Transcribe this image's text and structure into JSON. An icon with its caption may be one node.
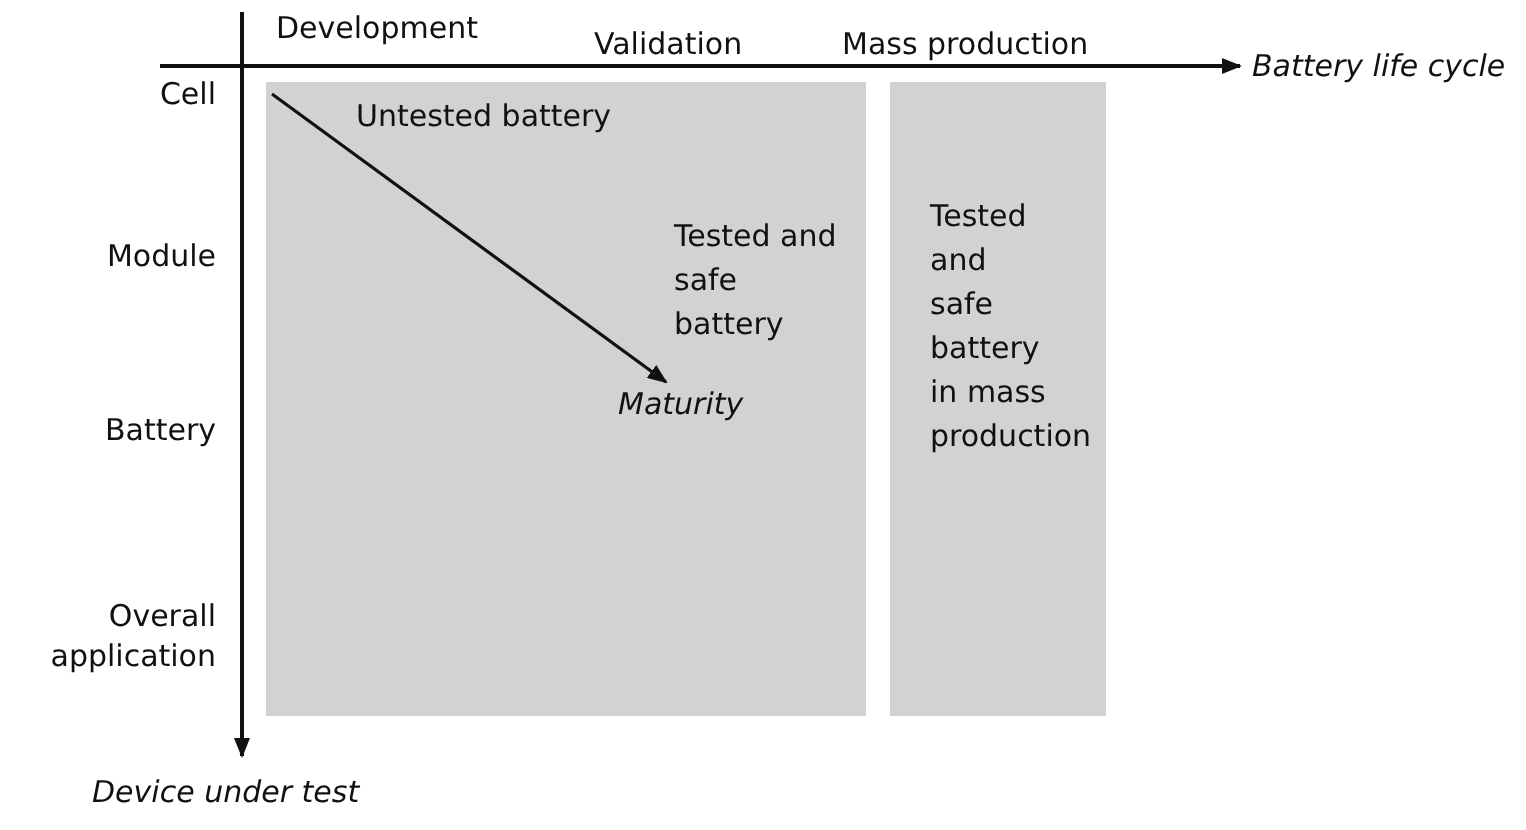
{
  "diagram": {
    "nodes": [
      {
        "text": [
          "Untested battery",
          "Tested and safe battery"
        ]
      },
      {
        "text": [
          "Maturity"
        ],
        "in": 0
      },
      {
        "text": [
          "Tested and safe battery in mass production"
        ]
      }
    ],
    "edges": [
      {
        "from": null,
        "to": 1,
        "arrow": "to"
      }
    ],
    "labels": [
      "Development",
      "Validation",
      "Mass production",
      "Battery life cycle",
      "Cell",
      "Module",
      "Battery",
      "Overall application",
      "Device under test"
    ]
  }
}
